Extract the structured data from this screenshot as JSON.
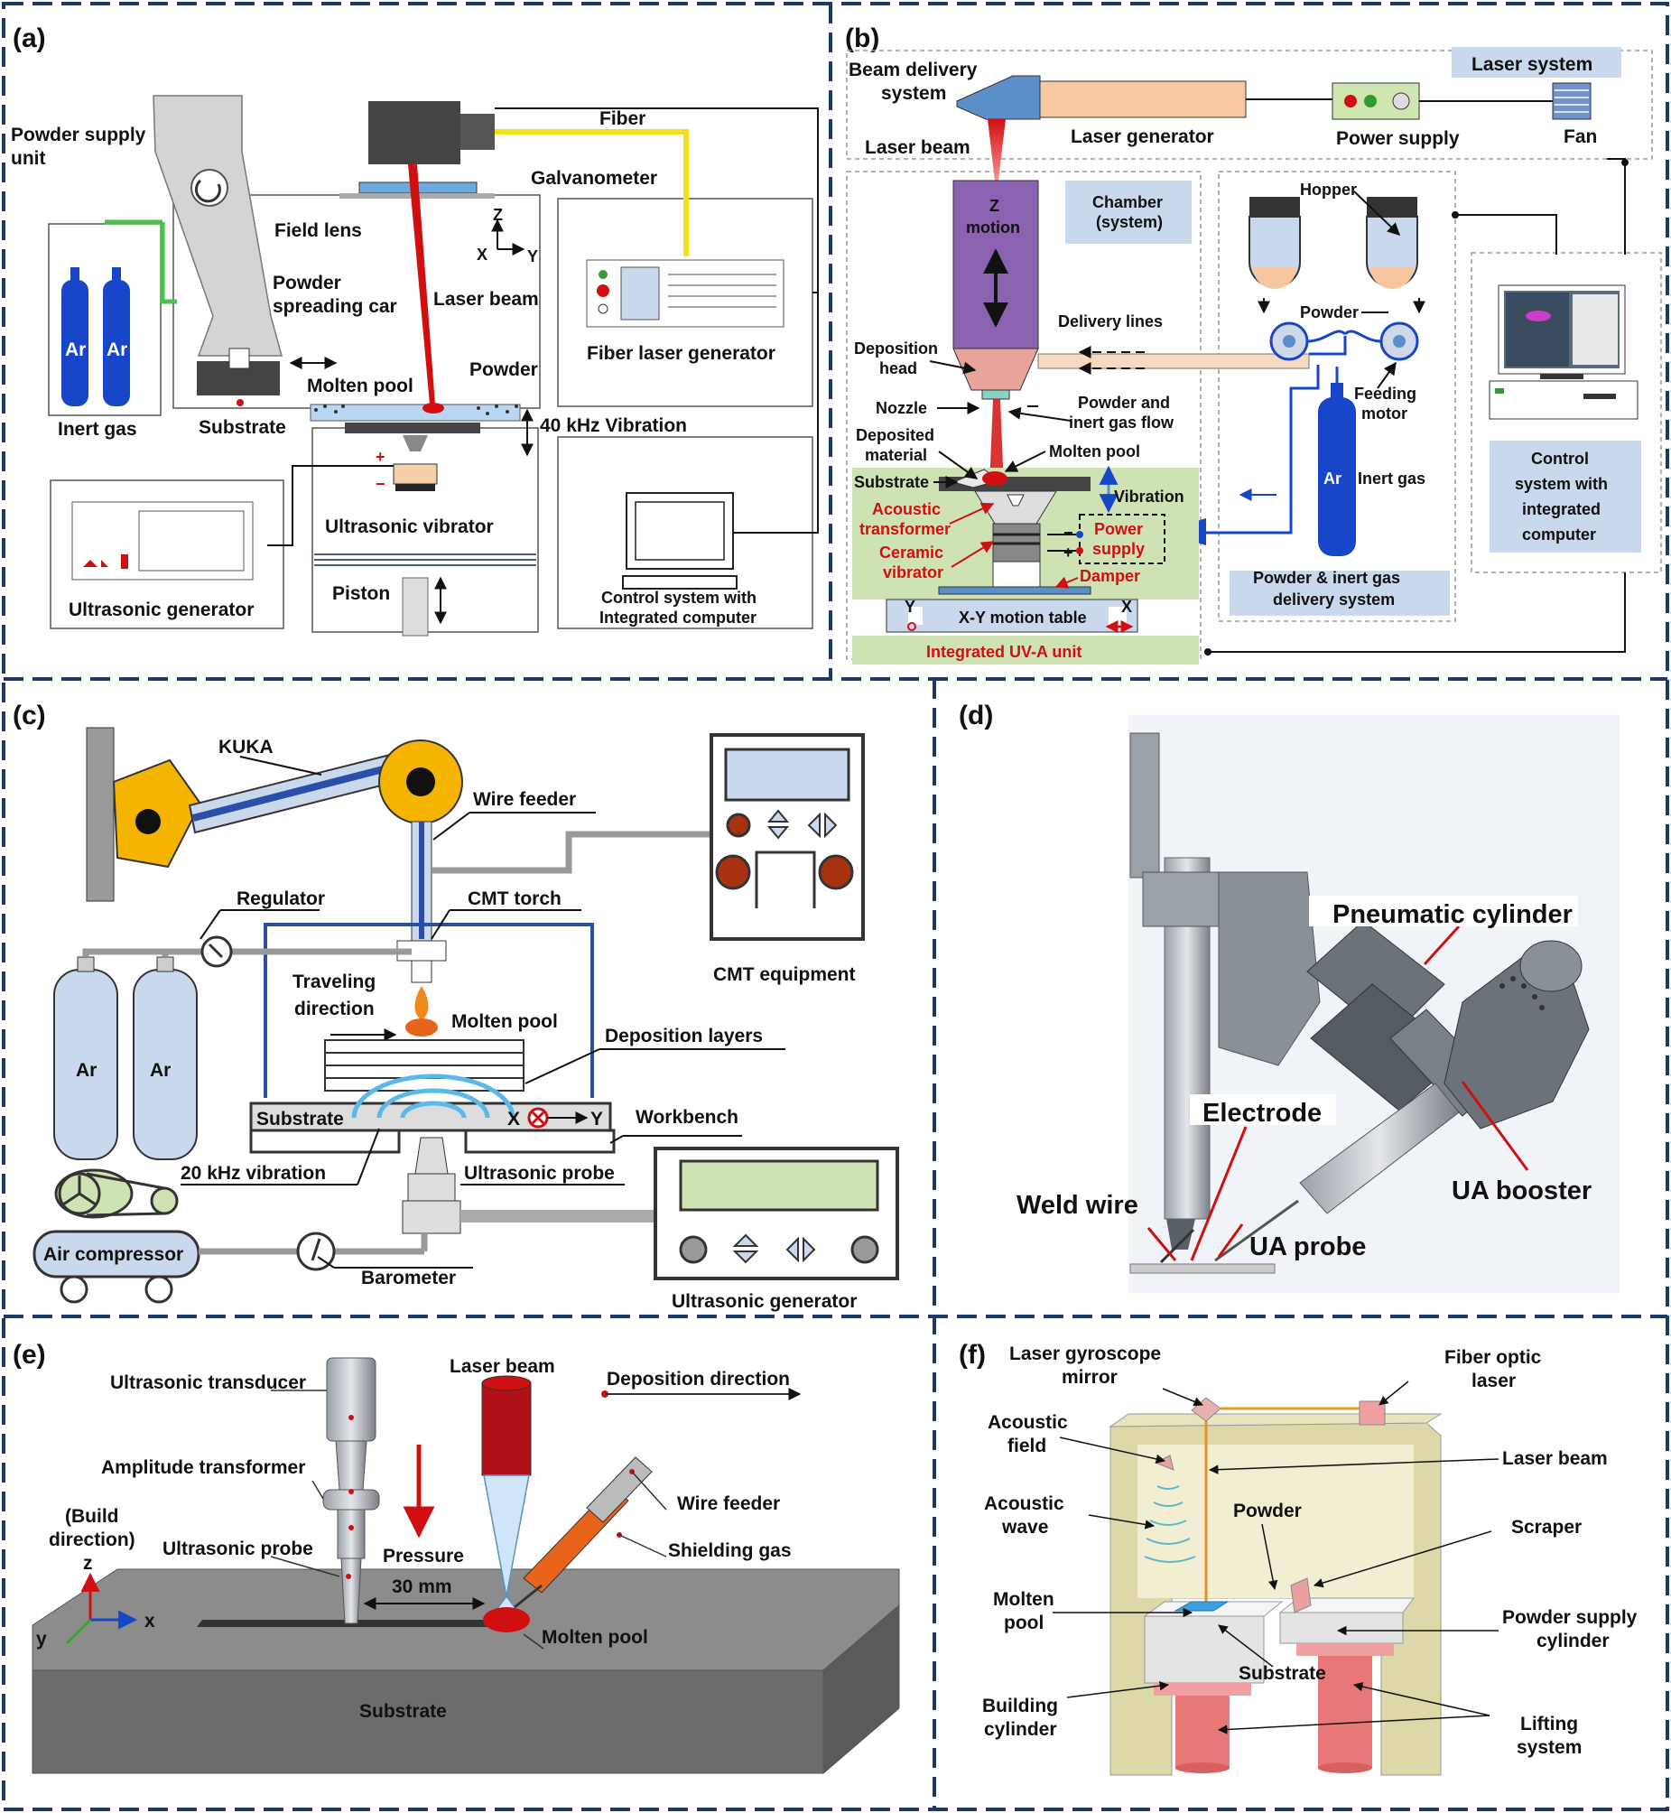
{
  "colors": {
    "frame": "#1b3a6b",
    "argon": "#1747c8",
    "laser": "#d01010",
    "fiber": "#f2e11a",
    "green": "#cfe2b4",
    "light_blue": "#c9d8ec",
    "purple": "#7b5aa6",
    "orange": "#e8641a"
  },
  "panels": {
    "a": {
      "letter": "(a)",
      "powder_supply": "Powder supply",
      "unit": "unit",
      "fiber": "Fiber",
      "galvanometer": "Galvanometer",
      "field_lens": "Field lens",
      "z": "Z",
      "x": "X",
      "y": "Y",
      "powder_spreading": "Powder",
      "spreading_car": "spreading car",
      "laser_beam": "Laser beam",
      "powder": "Powder",
      "fiber_laser_generator": "Fiber laser generator",
      "ar1": "Ar",
      "ar2": "Ar",
      "inert_gas": "Inert gas",
      "molten_pool": "Molten pool",
      "substrate": "Substrate",
      "vibration": "40 kHz Vibration",
      "ultrasonic_vibrator": "Ultrasonic vibrator",
      "ultrasonic_generator": "Ultrasonic generator",
      "piston": "Piston",
      "control_1": "Control system with",
      "control_2": "Integrated computer"
    },
    "b": {
      "letter": "(b)",
      "beam_delivery_1": "Beam delivery",
      "beam_delivery_2": "system",
      "laser_system": "Laser system",
      "laser_generator": "Laser generator",
      "power_supply": "Power supply",
      "fan": "Fan",
      "laser_beam": "Laser beam",
      "z": "Z",
      "motion": "motion",
      "chamber_1": "Chamber",
      "chamber_2": "(system)",
      "hopper": "Hopper",
      "powder": "Powder",
      "delivery_lines": "Delivery lines",
      "deposition_head_1": "Deposition",
      "deposition_head_2": "head",
      "nozzle": "Nozzle",
      "powder_gas_1": "Powder and",
      "powder_gas_2": "inert gas flow",
      "feeding_1": "Feeding",
      "feeding_2": "motor",
      "deposited_1": "Deposited",
      "deposited_2": "material",
      "molten_pool": "Molten pool",
      "substrate": "Substrate",
      "vibration": "Vibration",
      "ar": "Ar",
      "inert_gas": "Inert gas",
      "acoustic_1": "Acoustic",
      "acoustic_2": "transformer",
      "power_1": "Power",
      "power_2": "supply",
      "ceramic_1": "Ceramic",
      "ceramic_2": "vibrator",
      "damper": "Damper",
      "xy_table": "X-Y motion table",
      "y": "Y",
      "x": "X",
      "uva": "Integrated UV-A unit",
      "pigd_1": "Powder & inert gas",
      "pigd_2": "delivery system",
      "control_1": "Control",
      "control_2": "system with",
      "control_3": "integrated",
      "control_4": "computer",
      "minus": "−",
      "plus": "+"
    },
    "c": {
      "letter": "(c)",
      "kuka": "KUKA",
      "wire_feeder": "Wire feeder",
      "regulator": "Regulator",
      "cmt_torch": "CMT torch",
      "cmt_equipment": "CMT equipment",
      "traveling_1": "Traveling",
      "traveling_2": "direction",
      "molten_pool": "Molten pool",
      "deposition_layers": "Deposition layers",
      "ar1": "Ar",
      "ar2": "Ar",
      "substrate": "Substrate",
      "x": "X",
      "y": "Y",
      "workbench": "Workbench",
      "vibration": "20 kHz vibration",
      "ultrasonic_probe": "Ultrasonic probe",
      "air_compressor": "Air compressor",
      "barometer": "Barometer",
      "ultrasonic_generator": "Ultrasonic generator"
    },
    "d": {
      "letter": "(d)",
      "pneumatic": "Pneumatic cylinder",
      "electrode": "Electrode",
      "ua_booster": "UA booster",
      "weld_wire": "Weld wire",
      "ua_probe": "UA probe"
    },
    "e": {
      "letter": "(e)",
      "transducer": "Ultrasonic transducer",
      "laser_beam": "Laser beam",
      "deposition_direction": "Deposition direction",
      "amplitude": "Amplitude transformer",
      "wire_feeder": "Wire feeder",
      "build_1": "(Build",
      "build_2": "direction)",
      "z": "z",
      "probe": "Ultrasonic probe",
      "pressure": "Pressure",
      "shielding": "Shielding gas",
      "distance": "30 mm",
      "x": "x",
      "y": "y",
      "molten_pool": "Molten pool",
      "substrate": "Substrate"
    },
    "f": {
      "letter": "(f)",
      "gyro_1": "Laser gyroscope",
      "gyro_2": "mirror",
      "fiber_1": "Fiber optic",
      "fiber_2": "laser",
      "acfield_1": "Acoustic",
      "acfield_2": "field",
      "laser_beam": "Laser beam",
      "acwave_1": "Acoustic",
      "acwave_2": "wave",
      "powder": "Powder",
      "scraper": "Scraper",
      "molten_1": "Molten",
      "molten_2": "pool",
      "psc_1": "Powder supply",
      "psc_2": "cylinder",
      "substrate": "Substrate",
      "building_1": "Building",
      "building_2": "cylinder",
      "lifting_1": "Lifting",
      "lifting_2": "system"
    }
  }
}
